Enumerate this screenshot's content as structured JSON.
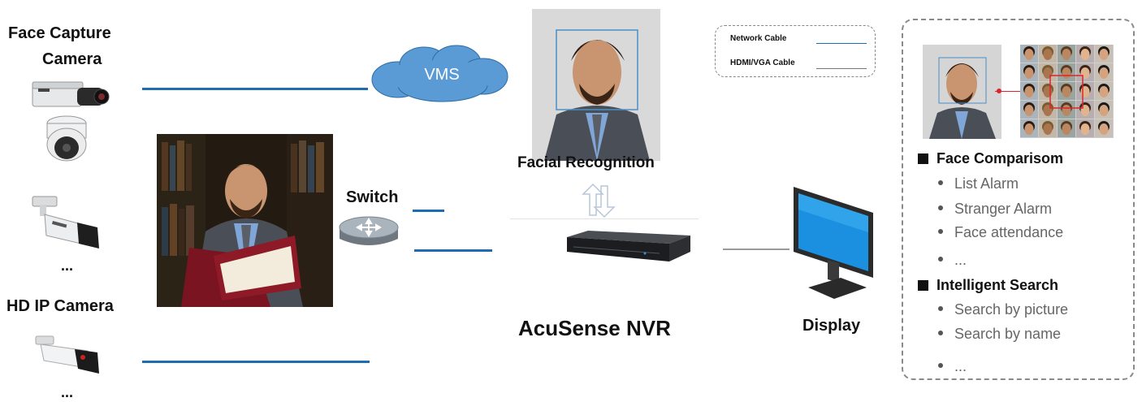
{
  "cameras": {
    "face_capture_title_line1": "Face Capture",
    "face_capture_title_line2": "Camera",
    "ellipsis_top": "...",
    "hd_ip_title": "HD IP Camera",
    "ellipsis_bottom": "..."
  },
  "vms": {
    "label": "VMS"
  },
  "switch": {
    "label": "Switch"
  },
  "facial_recognition": {
    "label": "Facial Recognition"
  },
  "nvr": {
    "label": "AcuSense  NVR"
  },
  "display": {
    "label": "Display"
  },
  "legend": {
    "network_cable": "Network Cable",
    "hdmi_vga_cable": "HDMI/VGA Cable"
  },
  "features": {
    "face_comparison": {
      "title": "Face Comparisom",
      "items": [
        "List Alarm",
        "Stranger Alarm",
        "Face attendance",
        "..."
      ]
    },
    "intelligent_search": {
      "title": "Intelligent Search",
      "items": [
        "Search by picture",
        "Search by name",
        "..."
      ]
    }
  },
  "colors": {
    "network_line": "#1f6cb3",
    "hdmi_line": "#9a9a9a",
    "cloud": "#5b9bd5",
    "highlight_box": "#d9262c"
  },
  "icons": [
    "box-camera-icon",
    "dome-camera-icon",
    "bullet-camera-icon",
    "router-icon",
    "nvr-icon",
    "monitor-icon",
    "sync-arrows-icon"
  ]
}
